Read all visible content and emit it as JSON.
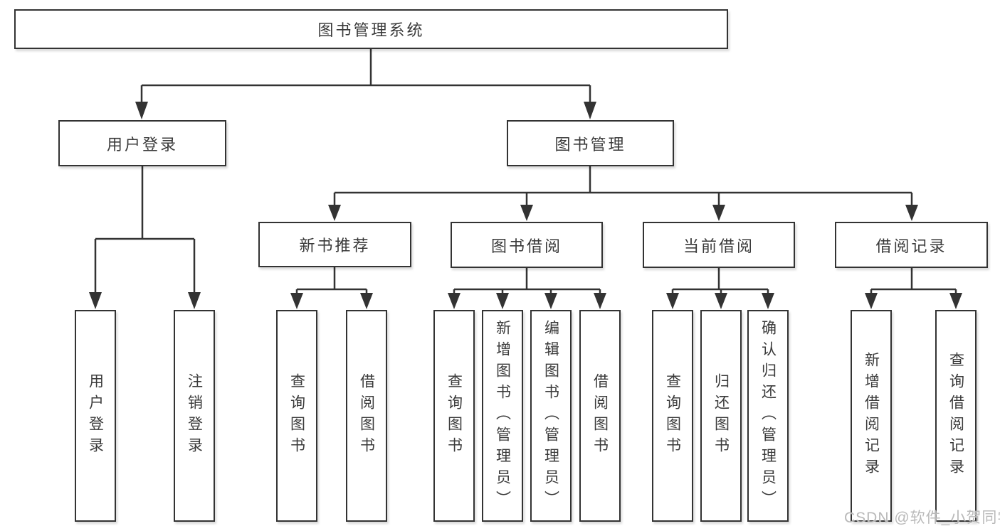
{
  "colors": {
    "line": "#333333",
    "text": "#3a3a3a",
    "box_background": "#ffffff",
    "watermark": "#b9b9b9"
  },
  "watermark": {
    "text": "CSDN @软件_小贺同学"
  },
  "root": {
    "label": "图书管理系统"
  },
  "branches": [
    {
      "label": "用户登录",
      "children": [
        {
          "label": "用户登录"
        },
        {
          "label": "注销登录"
        }
      ]
    },
    {
      "label": "图书管理",
      "groups": [
        {
          "label": "新书推荐",
          "children": [
            {
              "label": "查询图书"
            },
            {
              "label": "借阅图书"
            }
          ]
        },
        {
          "label": "图书借阅",
          "children": [
            {
              "label": "查询图书"
            },
            {
              "label": "新增图书（管理员）"
            },
            {
              "label": "编辑图书（管理员）"
            },
            {
              "label": "借阅图书"
            }
          ]
        },
        {
          "label": "当前借阅",
          "children": [
            {
              "label": "查询图书"
            },
            {
              "label": "归还图书"
            },
            {
              "label": "确认归还（管理员）"
            }
          ]
        },
        {
          "label": "借阅记录",
          "children": [
            {
              "label": "新增借阅记录"
            },
            {
              "label": "查询借阅记录"
            }
          ]
        }
      ]
    }
  ]
}
